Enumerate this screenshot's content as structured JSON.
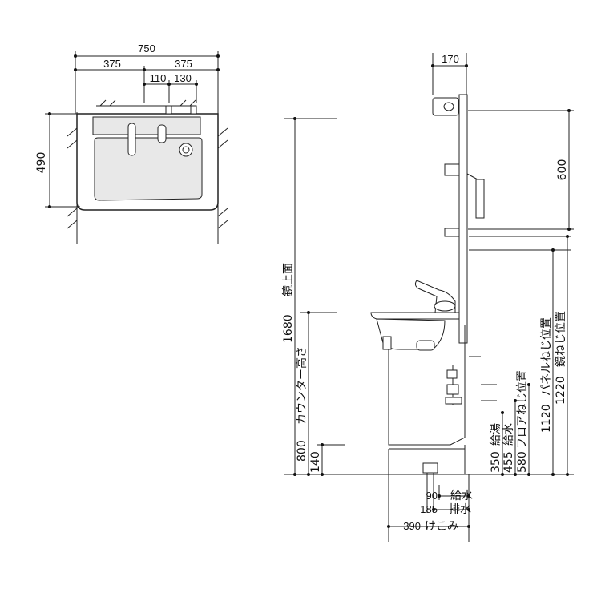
{
  "plan_view": {
    "width_total": "750",
    "half_left": "375",
    "half_right": "375",
    "offset_a": "110",
    "offset_b": "130",
    "depth": "490"
  },
  "side_view": {
    "top_width": "170",
    "mirror_height": "600",
    "mirror_top_value": "1680",
    "mirror_top_label": "鏡上面",
    "counter_value": "800",
    "counter_label": "カウンター高さ",
    "plinth_value": "140",
    "mirror_screw_value": "1220",
    "mirror_screw_label": "鏡ねじ位置",
    "panel_screw_value": "1120",
    "panel_screw_label": "パネルねじ位置",
    "floor_screw_value": "580",
    "floor_screw_label": "フロアねじ位置",
    "water_supply_height": "455",
    "water_supply_height_label": "給水",
    "hot_supply_height": "350",
    "hot_supply_height_label": "給湯",
    "water_offset": "90",
    "water_offset_label": "給水",
    "drain_offset": "185",
    "drain_offset_label": "排水",
    "kick_offset": "390",
    "kick_offset_label": "けこみ"
  }
}
